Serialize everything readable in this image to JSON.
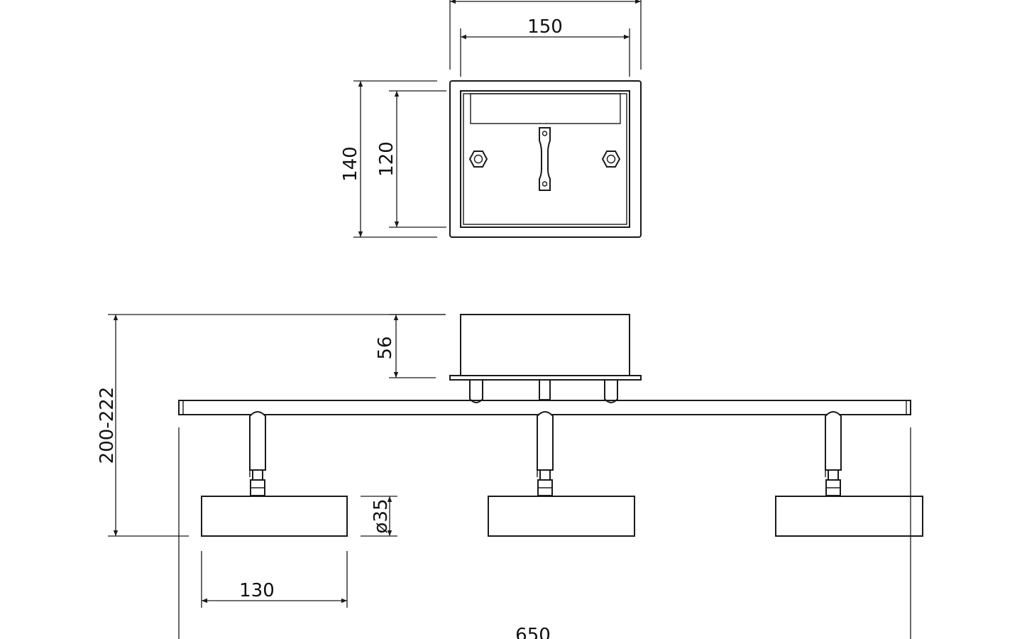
{
  "colors": {
    "line": "#1a1a1a",
    "background": "#ffffff"
  },
  "dimensions": {
    "base_width_inner": "150",
    "base_height_outer": "140",
    "base_height_inner": "120",
    "box_height": "56",
    "total_height": "200-222",
    "spot_diameter": "ø35",
    "spot_length": "130",
    "bar_length": "650"
  }
}
